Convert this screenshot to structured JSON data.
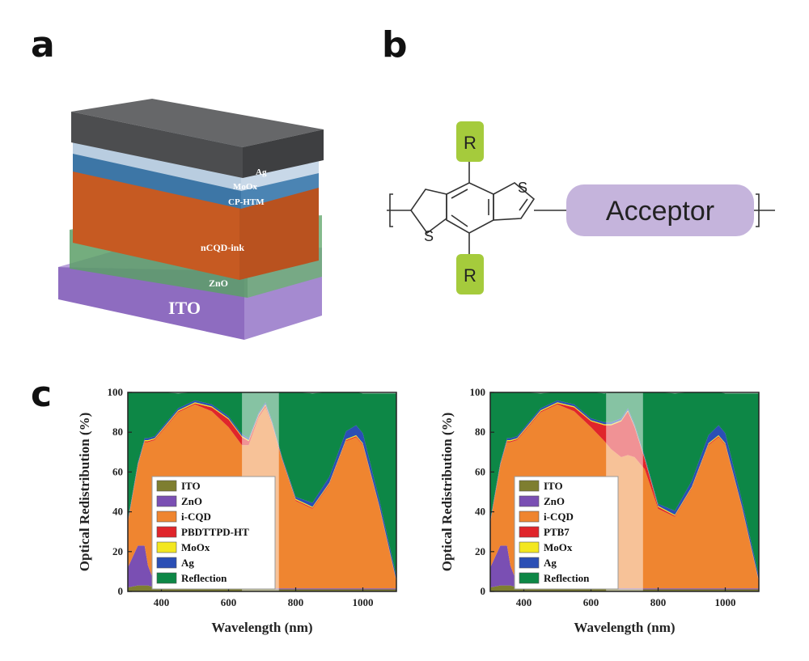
{
  "panels": {
    "a": "a",
    "b": "b",
    "c": "c"
  },
  "device_layers": [
    {
      "name": "Ag",
      "color": "#58595b"
    },
    {
      "name": "MoOx",
      "color": "#c7d9e9"
    },
    {
      "name": "CP-HTM",
      "color": "#3f78a8"
    },
    {
      "name": "nCQD-ink",
      "color": "#cb5a24"
    },
    {
      "name": "ZnO",
      "color": "#4f8a58"
    },
    {
      "name": "ITO",
      "color": "#9d7fc6"
    }
  ],
  "molecule": {
    "sulfur_top": "S",
    "sulfur_bottom": "S",
    "r_top": "R",
    "r_bottom": "R",
    "acceptor": "Acceptor",
    "r_color": "#a5cb3c",
    "acceptor_color": "#c5b4dc"
  },
  "chart_data": [
    {
      "type": "area",
      "xlabel": "Wavelength (nm)",
      "ylabel": "Optical Redistribution (%)",
      "xlim": [
        300,
        1100
      ],
      "ylim": [
        0,
        100
      ],
      "xticks": [
        "400",
        "600",
        "800",
        "1000"
      ],
      "yticks": [
        "0",
        "20",
        "40",
        "60",
        "80",
        "100"
      ],
      "highlight_band": [
        640,
        750
      ],
      "legend_position": "lower-left",
      "x": [
        300,
        330,
        350,
        360,
        380,
        400,
        450,
        500,
        550,
        600,
        640,
        660,
        690,
        710,
        730,
        760,
        800,
        850,
        900,
        950,
        980,
        1000,
        1050,
        1100
      ],
      "series": [
        {
          "name": "ITO",
          "color": "#7e7e30",
          "values": [
            2,
            3,
            3,
            3,
            2,
            1,
            1,
            1,
            1,
            1,
            1,
            1,
            1,
            1,
            1,
            1,
            1,
            1,
            1,
            1,
            1,
            1,
            1,
            1
          ]
        },
        {
          "name": "ZnO",
          "color": "#7a4fb3",
          "values": [
            10,
            20,
            20,
            10,
            2,
            1,
            1,
            1,
            0.5,
            0.5,
            0.5,
            0.5,
            0.5,
            0.5,
            0.5,
            0.5,
            0.5,
            0.5,
            0.5,
            0.5,
            0.5,
            0.5,
            0.5,
            0.5
          ]
        },
        {
          "name": "i-CQD",
          "color": "#ef8530",
          "values": [
            22,
            40,
            52,
            62,
            72,
            78,
            88,
            92,
            89,
            81,
            72,
            72,
            86,
            91,
            82,
            64,
            44,
            40,
            52,
            74,
            76,
            72,
            40,
            3
          ]
        },
        {
          "name": "PBDTTPD-HT",
          "color": "#e0252b",
          "values": [
            0.5,
            0.5,
            0.5,
            0.5,
            0.5,
            0.5,
            0.5,
            0.5,
            2,
            4,
            4,
            2,
            1,
            1,
            0.5,
            0.5,
            0.5,
            0.5,
            0.5,
            0.5,
            0.5,
            0.5,
            0.5,
            0.5
          ]
        },
        {
          "name": "MoOx",
          "color": "#f3e71f",
          "values": [
            0.5,
            0.5,
            0.5,
            0.5,
            0.5,
            0.5,
            0.5,
            0.5,
            0.5,
            0.5,
            0.5,
            0.5,
            0.5,
            0.5,
            0.5,
            0.5,
            0.5,
            0.5,
            0.5,
            0.5,
            0.5,
            0.5,
            0.5,
            0.5
          ]
        },
        {
          "name": "Ag",
          "color": "#2b4fb5",
          "values": [
            1,
            1,
            1,
            1,
            1,
            1,
            1,
            1,
            1,
            1,
            1,
            1,
            1,
            1,
            1,
            1,
            1,
            2,
            3,
            4,
            5,
            5,
            3,
            2
          ]
        },
        {
          "name": "Reflection",
          "color": "#0d8746",
          "values": [
            64,
            35,
            23,
            23,
            22,
            18,
            7.5,
            4,
            6,
            12,
            21,
            23,
            10,
            5,
            15,
            33,
            53,
            55,
            43,
            20,
            16.5,
            20,
            54,
            92
          ]
        }
      ]
    },
    {
      "type": "area",
      "xlabel": "Wavelength (nm)",
      "ylabel": "Optical Redistribution (%)",
      "xlim": [
        300,
        1100
      ],
      "ylim": [
        0,
        100
      ],
      "xticks": [
        "400",
        "600",
        "800",
        "1000"
      ],
      "yticks": [
        "0",
        "20",
        "40",
        "60",
        "80",
        "100"
      ],
      "highlight_band": [
        645,
        755
      ],
      "legend_position": "lower-left",
      "x": [
        300,
        330,
        350,
        360,
        380,
        400,
        450,
        500,
        550,
        600,
        640,
        660,
        690,
        710,
        730,
        760,
        800,
        850,
        900,
        950,
        980,
        1000,
        1050,
        1100
      ],
      "series": [
        {
          "name": "ITO",
          "color": "#7e7e30",
          "values": [
            2,
            3,
            3,
            3,
            2,
            1,
            1,
            1,
            1,
            1,
            1,
            1,
            1,
            1,
            1,
            1,
            1,
            1,
            1,
            1,
            1,
            1,
            1,
            1
          ]
        },
        {
          "name": "ZnO",
          "color": "#7a4fb3",
          "values": [
            10,
            20,
            20,
            10,
            2,
            1,
            1,
            1,
            0.5,
            0.5,
            0.5,
            0.5,
            0.5,
            0.5,
            0.5,
            0.5,
            0.5,
            0.5,
            0.5,
            0.5,
            0.5,
            0.5,
            0.5,
            0.5
          ]
        },
        {
          "name": "i-CQD",
          "color": "#ef8530",
          "values": [
            22,
            40,
            52,
            62,
            72,
            78,
            88,
            92,
            89,
            81,
            74,
            70,
            66,
            67,
            66,
            60,
            40,
            36,
            50,
            72,
            76,
            72,
            40,
            3
          ]
        },
        {
          "name": "PTB7",
          "color": "#e0252b",
          "values": [
            0.5,
            0.5,
            0.5,
            0.5,
            0.5,
            0.5,
            0.5,
            0.5,
            2,
            3,
            8,
            12,
            18,
            22,
            15,
            5,
            1,
            0.5,
            0.5,
            0.5,
            0.5,
            0.5,
            0.5,
            0.5
          ]
        },
        {
          "name": "MoOx",
          "color": "#f3e71f",
          "values": [
            0.5,
            0.5,
            0.5,
            0.5,
            0.5,
            0.5,
            0.5,
            0.5,
            0.5,
            0.5,
            0.5,
            0.5,
            0.5,
            0.5,
            0.5,
            0.5,
            0.5,
            0.5,
            0.5,
            0.5,
            0.5,
            0.5,
            0.5,
            0.5
          ]
        },
        {
          "name": "Ag",
          "color": "#2b4fb5",
          "values": [
            1,
            1,
            1,
            1,
            1,
            1,
            1,
            1,
            1,
            1,
            1,
            1,
            1,
            1,
            1,
            1,
            1,
            2,
            3,
            4,
            5,
            5,
            3,
            2
          ]
        },
        {
          "name": "Reflection",
          "color": "#0d8746",
          "values": [
            64,
            35,
            23,
            23,
            22,
            18,
            7.5,
            4,
            6,
            13.5,
            14.5,
            15,
            13,
            8,
            16,
            32,
            56,
            59,
            45,
            22,
            16.5,
            20,
            54,
            92
          ]
        }
      ]
    }
  ]
}
